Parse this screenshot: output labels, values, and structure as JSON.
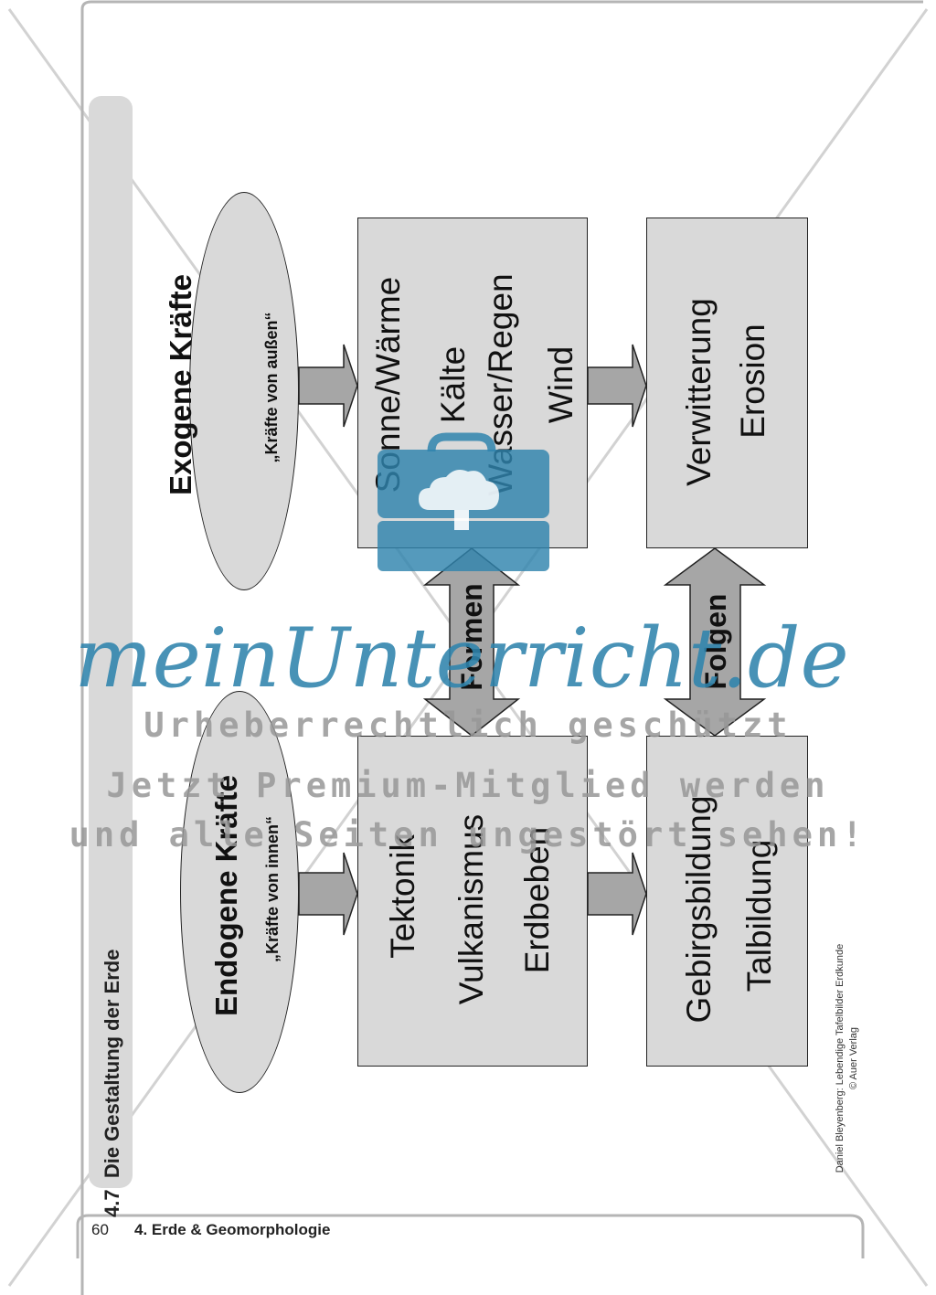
{
  "sidebar": {
    "section_number": "4.7",
    "section_title": "Die Gestaltung der Erde"
  },
  "footer": {
    "page_number": "60",
    "chapter": "4. Erde & Geomorphologie"
  },
  "credit": {
    "line1": "Daniel Bleyenberg: Lebendige Tafelbilder Erdkunde",
    "line2": "© Auer Verlag"
  },
  "diagram": {
    "exogen": {
      "title": "Exogene Kräfte",
      "subtitle": "„Kräfte von außen“",
      "causes": [
        "Sonne/Wärme",
        "Kälte",
        "Wasser/Regen",
        "Wind"
      ],
      "results": [
        "Verwitterung",
        "Erosion"
      ]
    },
    "endogen": {
      "title": "Endogene Kräfte",
      "subtitle": "„Kräfte von innen“",
      "causes": [
        "Tektonik",
        "Vulkanismus",
        "Erdbeben"
      ],
      "results": [
        "Gebirgsbildung",
        "Talbildung"
      ]
    },
    "arrow_labels": {
      "formen": "Formen",
      "folgen": "Folgen"
    }
  },
  "watermark": {
    "brand": "meinUnterricht.de",
    "line1": "Urheberrechtlich geschützt",
    "line2": "Jetzt Premium-Mitglied werden",
    "line3": "und alle Seiten ungestört sehen!"
  },
  "colors": {
    "box_fill": "#d9d9d9",
    "arrow_fill": "#a6a6a6",
    "watermark_blue": "#2f84ad"
  }
}
